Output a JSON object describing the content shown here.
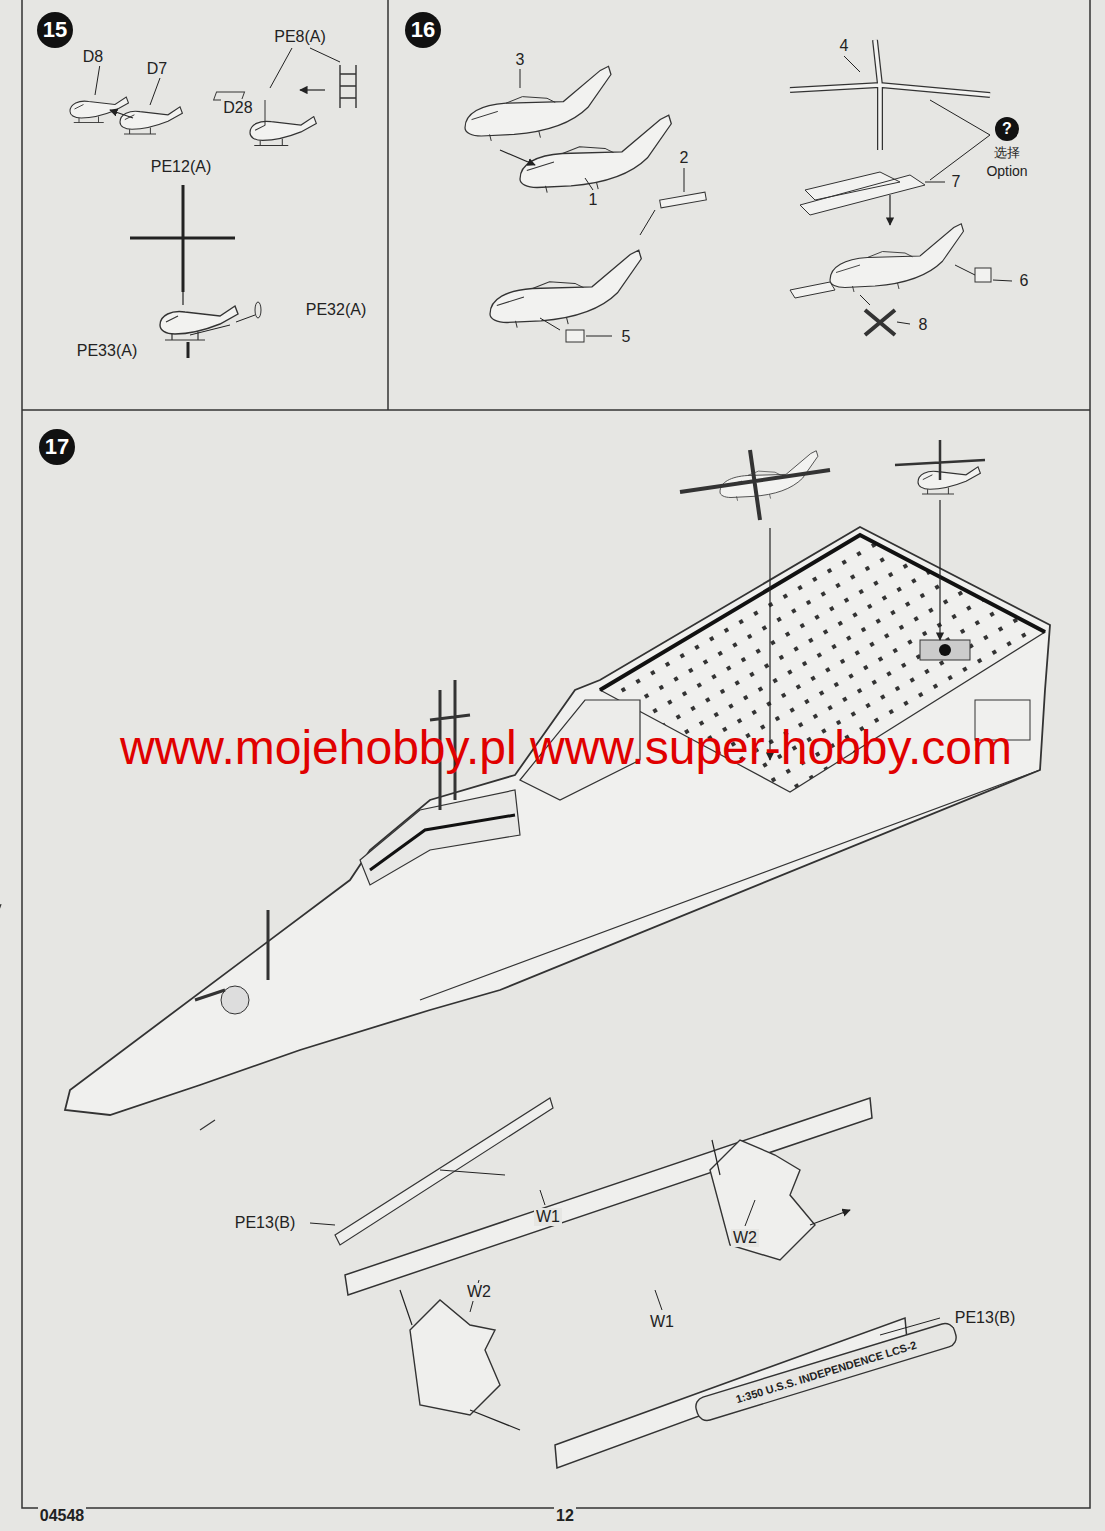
{
  "diagram": {
    "nodes": [
      {
        "text": [
          "15"
        ]
      },
      {
        "text": [
          "16"
        ]
      },
      {
        "text": [
          "17"
        ]
      },
      {
        "text": [
          "?"
        ]
      }
    ],
    "labels": [
      "D8",
      "D7",
      "PE8(A)",
      "D28",
      "PE12(A)",
      "PE32(A)",
      "PE33(A)",
      "3",
      "1",
      "2",
      "5",
      "4",
      "选择",
      "Option",
      "7",
      "6",
      "8",
      "PE13(B)",
      "W1",
      "W2",
      "W2",
      "W1",
      "PE13(B)",
      "1:350 U.S.S. INDEPENDENCE LCS-2",
      "www.mojehobby.pl www.super-hobby.com",
      "04548",
      "12"
    ]
  }
}
